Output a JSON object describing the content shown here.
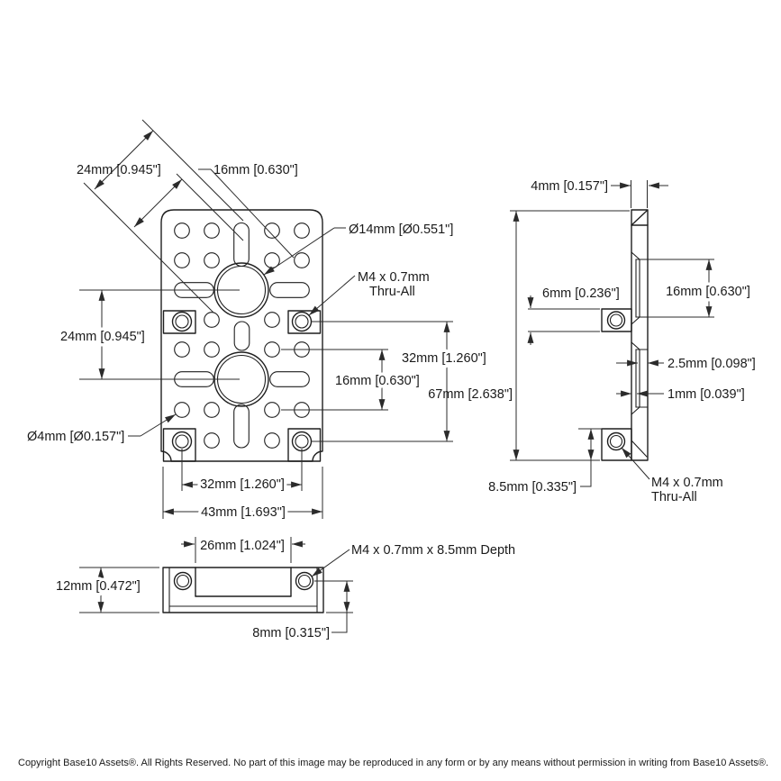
{
  "front_view": {
    "diag_24": "24mm [0.945\"]",
    "diag_16": "16mm [0.630\"]",
    "hole_14": "Ø14mm [Ø0.551\"]",
    "m4_thread_line1": "M4 x 0.7mm",
    "m4_thread_line2": "Thru-All",
    "vert_24": "24mm [0.945\"]",
    "right_32": "32mm [1.260\"]",
    "right_16": "16mm [0.630\"]",
    "hole_4": "Ø4mm [Ø0.157\"]",
    "bottom_32": "32mm [1.260\"]",
    "width_43": "43mm [1.693\"]"
  },
  "side_view": {
    "thickness_4": "4mm [0.157\"]",
    "height_67": "67mm [2.638\"]",
    "boss_6": "6mm [0.236\"]",
    "recess_16": "16mm [0.630\"]",
    "recess_depth_2_5": "2.5mm [0.098\"]",
    "wall_1": "1mm [0.039\"]",
    "boss_8_5": "8.5mm [0.335\"]",
    "m4_thread_line1": "M4 x 0.7mm",
    "m4_thread_line2": "Thru-All"
  },
  "bottom_view": {
    "inner_26": "26mm [1.024\"]",
    "height_12": "12mm [0.472\"]",
    "offset_8": "8mm [0.315\"]",
    "m4_depth": "M4 x 0.7mm x 8.5mm Depth"
  },
  "footer": {
    "copyright": "Copyright Base10 Assets®.  All Rights Reserved. No part of this image may be reproduced in any form or by any means without permission in writing from Base10 Assets®."
  }
}
